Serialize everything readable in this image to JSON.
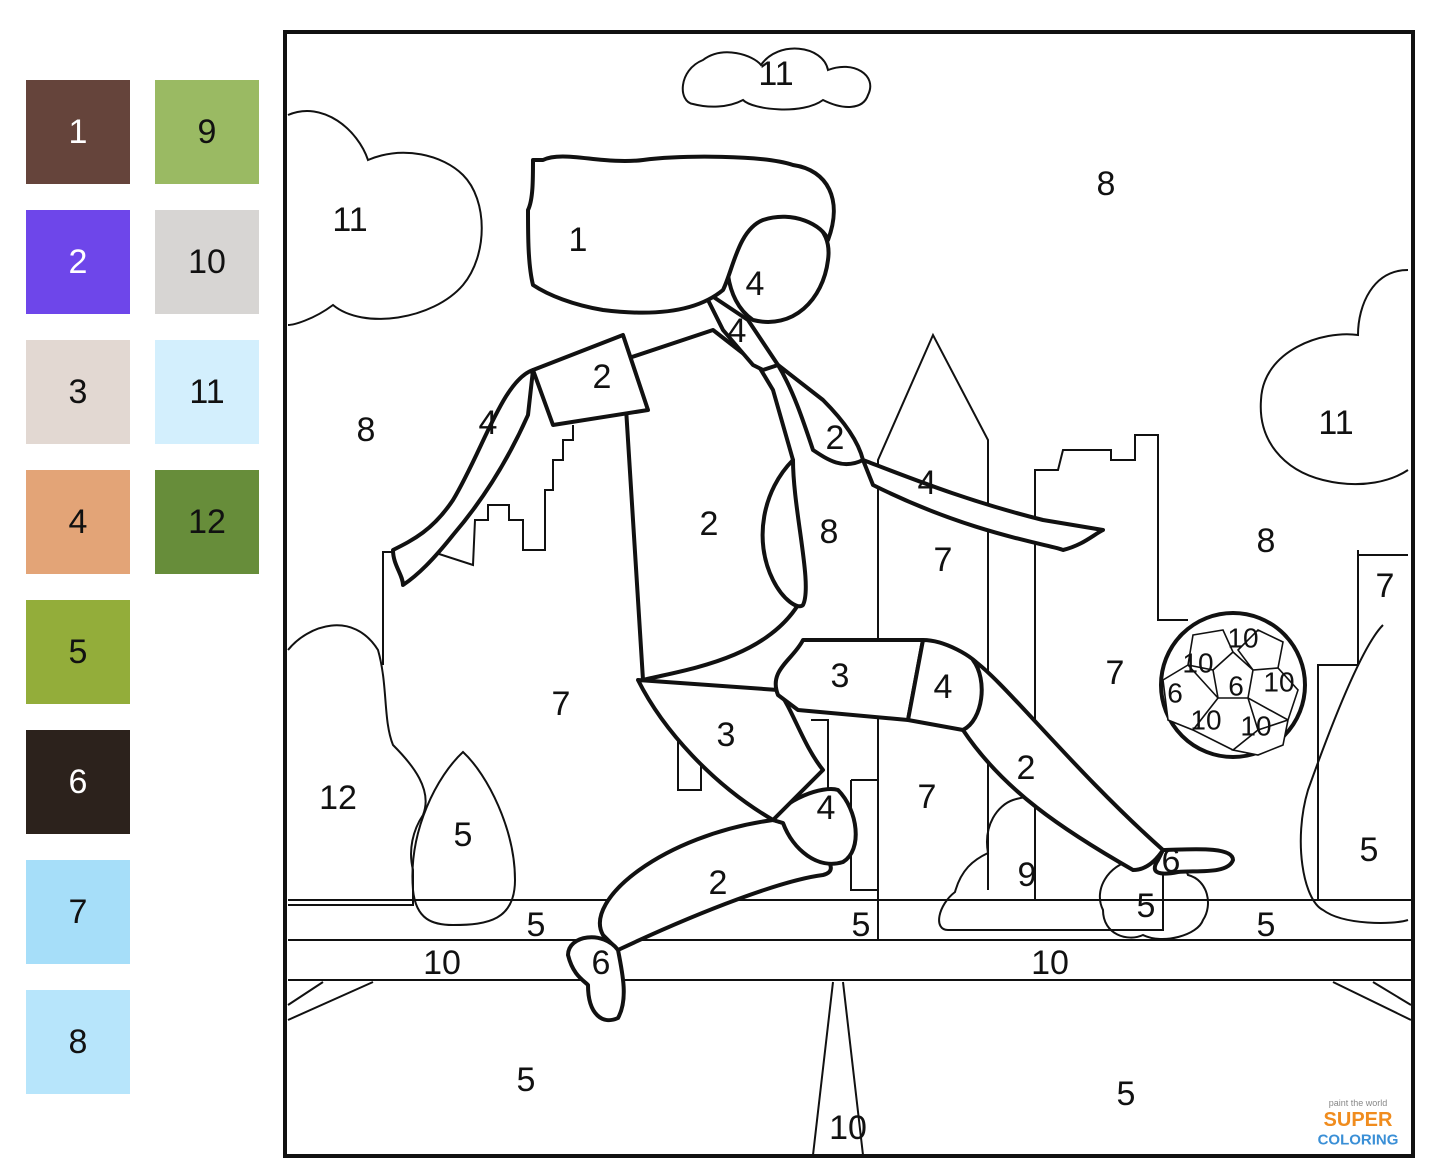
{
  "palette": {
    "left_column": [
      {
        "number": "1",
        "color": "#65443b",
        "text_color": "#ffffff"
      },
      {
        "number": "2",
        "color": "#6e46ea",
        "text_color": "#ffffff"
      },
      {
        "number": "3",
        "color": "#e2d8d2",
        "text_color": "#111111"
      },
      {
        "number": "4",
        "color": "#e3a477",
        "text_color": "#111111"
      },
      {
        "number": "5",
        "color": "#93ad3a",
        "text_color": "#111111"
      },
      {
        "number": "6",
        "color": "#2c221c",
        "text_color": "#ffffff"
      },
      {
        "number": "7",
        "color": "#a6def9",
        "text_color": "#111111"
      },
      {
        "number": "8",
        "color": "#b7e5fb",
        "text_color": "#111111"
      }
    ],
    "right_column": [
      {
        "number": "9",
        "color": "#9aba63",
        "text_color": "#111111"
      },
      {
        "number": "10",
        "color": "#d7d5d3",
        "text_color": "#111111"
      },
      {
        "number": "11",
        "color": "#d3effd",
        "text_color": "#111111"
      },
      {
        "number": "12",
        "color": "#678d3a",
        "text_color": "#111111"
      }
    ]
  },
  "picture": {
    "region_labels": {
      "cloud_top": "11",
      "cloud_left": "11",
      "cloud_right": "11",
      "sky_top": "8",
      "sky_left": "8",
      "sky_right": "8",
      "hair": "1",
      "face": "4",
      "neck": "4",
      "sleeve_left": "2",
      "arm_left": "4",
      "shirt": "2",
      "shirt_belly": "8",
      "sleeve_right": "2",
      "arm_right": "4",
      "building_center": "7",
      "building_left": "7",
      "building_right": "7",
      "building_far_right": "7",
      "building_lower": "7",
      "shorts_front": "3",
      "shorts_back": "3",
      "knee_right": "4",
      "knee_left": "4",
      "sock_right": "2",
      "sock_left": "2",
      "shoe_right": "6",
      "shoe_left": "6",
      "bush_tall_left": "12",
      "tree_left": "5",
      "tree_right": "5",
      "bush_center": "9",
      "bush_small": "5",
      "grass_left": "5",
      "grass_mid": "5",
      "grass_right": "5",
      "road_band_left": "10",
      "road_band_right": "10",
      "field_left": "5",
      "field_right": "5",
      "road_bottom": "10"
    },
    "ball_labels": [
      "10",
      "10",
      "6",
      "6",
      "10",
      "10",
      "10"
    ]
  },
  "branding": {
    "tagline": "paint the world",
    "line1": "SUPER",
    "line2": "COLORING"
  }
}
